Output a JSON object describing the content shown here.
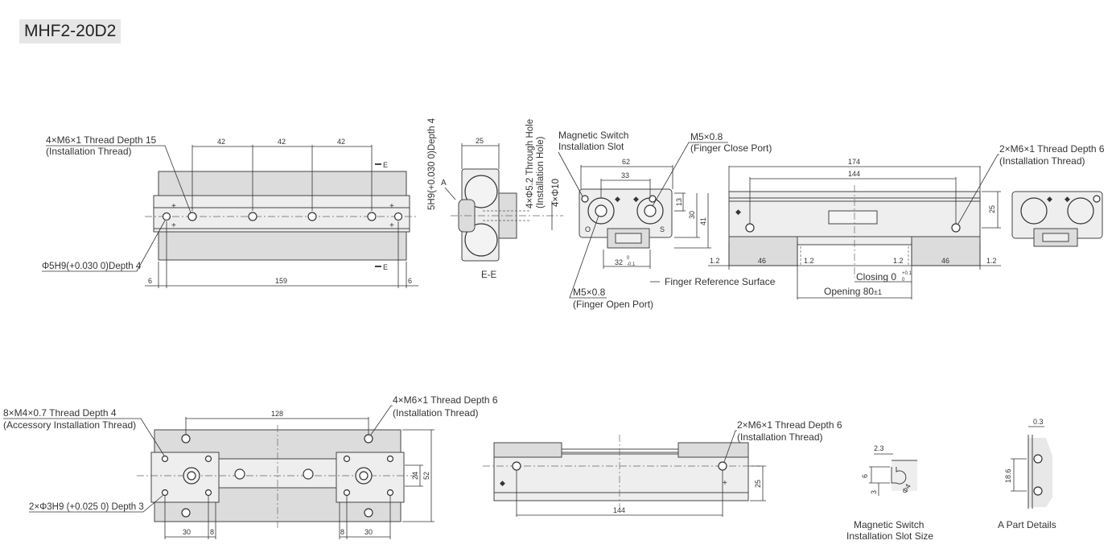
{
  "model": "MHF2-20D2",
  "top_view": {
    "thread_callout": [
      "4×M6×1 Thread Depth 15",
      "(Installation Thread)"
    ],
    "pin_hole_callout": "Φ5H9(+0.030 0)Depth 4",
    "pitch_dims": [
      "42",
      "42",
      "42"
    ],
    "length_dims": [
      "6",
      "159",
      "6"
    ],
    "section_marks": [
      "E",
      "E"
    ]
  },
  "section_view": {
    "width_dim": "25",
    "slot_callout": "5H9(+0.030 0)Depth 4",
    "hole_callout": [
      "4×Φ5.2 Through Hole",
      "(Installation Hole)"
    ],
    "counterbore_callout": "4×Φ10",
    "detail_mark": "A",
    "label": "E-E"
  },
  "end_view": {
    "switch_slot_callout": [
      "Magnetic Switch",
      "Installation Slot"
    ],
    "close_port_callout": [
      "M5×0.8",
      "(Finger Close Port)"
    ],
    "open_port_callout": [
      "M5×0.8",
      "(Finger Open Port)"
    ],
    "width_dims": [
      "62",
      "33"
    ],
    "height_dims": [
      "13",
      "30",
      "41"
    ],
    "bottom_dim": "32",
    "bottom_tol_upper": "0",
    "bottom_tol_lower": "-0.1",
    "port_marks": [
      "O",
      "S"
    ]
  },
  "side_view": {
    "length_dims": [
      "174",
      "144"
    ],
    "height_dim": "25",
    "thread_callout": [
      "2×M6×1 Thread Depth 6",
      "(Installation Thread)"
    ],
    "finger_dims": [
      "1.2",
      "46",
      "1.2",
      "1.2",
      "46",
      "1.2"
    ],
    "reference_label": "Finger Reference Surface",
    "closing_label": "Closing 0",
    "closing_tol_upper": "+0.1",
    "closing_tol_lower": "0",
    "opening_label": "Opening 80",
    "opening_tol": "±1"
  },
  "bottom_view": {
    "accessory_callout": [
      "8×M4×0.7 Thread Depth 4",
      "(Accessory Installation Thread)"
    ],
    "thread_callout": [
      "4×M6×1 Thread Depth 6",
      "(Installation Thread)"
    ],
    "pin_callout": "2×Φ3H9 (+0.025 0) Depth 3",
    "top_dim": "128",
    "height_dims": [
      "24",
      "52"
    ],
    "bottom_dims": [
      "30",
      "8",
      "8",
      "30"
    ]
  },
  "front_view": {
    "thread_callout": [
      "2×M6×1 Thread Depth 6",
      "(Installation Thread)"
    ],
    "length_dim": "144",
    "height_dim": "25"
  },
  "details": {
    "slot_size_dims": [
      "2.3",
      "6",
      "3",
      "Φ4"
    ],
    "slot_size_label": [
      "Magnetic Switch",
      "Installation Slot Size"
    ],
    "a_part_dims": [
      "0.3",
      "18.6"
    ],
    "a_part_label": "A Part Details"
  }
}
